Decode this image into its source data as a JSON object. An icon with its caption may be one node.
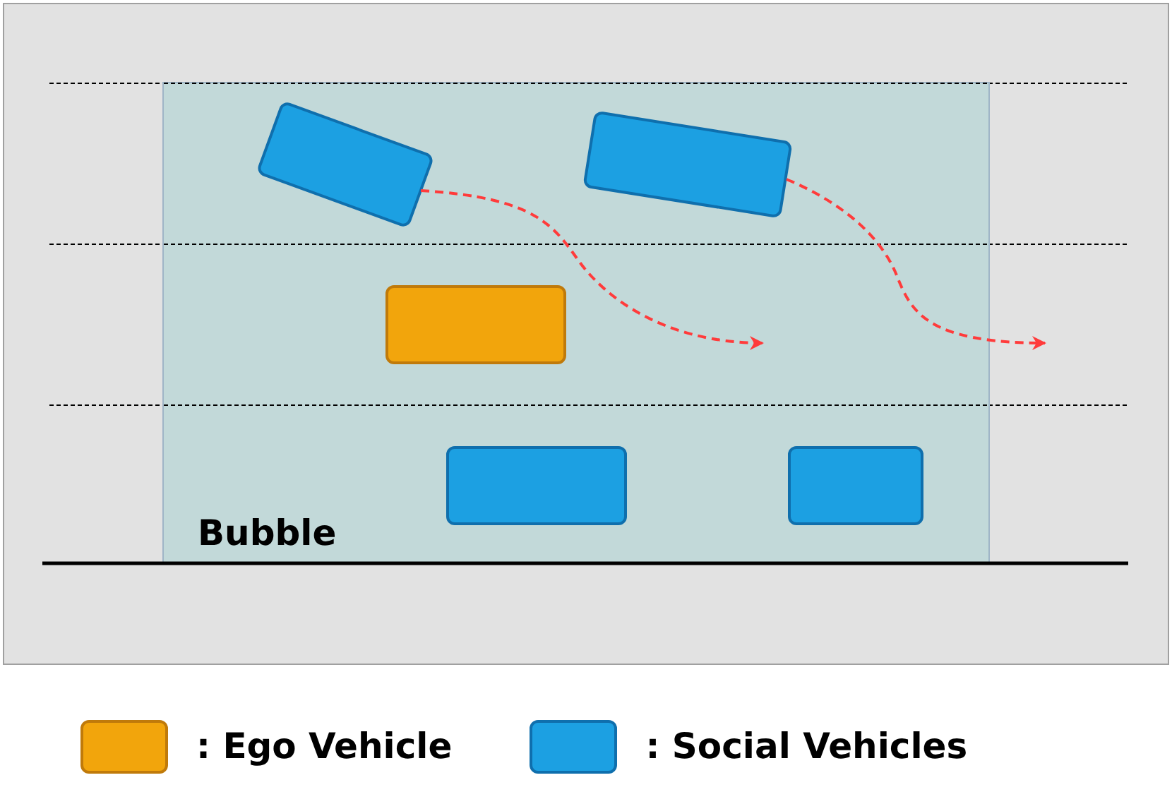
{
  "diagram": {
    "nodes": [
      {
        "text": [
          "Bubble"
        ]
      },
      {
        "text": [],
        "shape": "box",
        "in": 0
      },
      {
        "text": [],
        "shape": "box",
        "in": 0
      },
      {
        "text": [],
        "shape": "box",
        "in": 0
      },
      {
        "text": [],
        "shape": "box",
        "in": 0
      },
      {
        "text": [],
        "shape": "box",
        "in": 0
      }
    ],
    "edges": [
      {
        "from": 1,
        "to": null,
        "arrow": "to",
        "style": "dashed",
        "color": "#ff3b3b"
      },
      {
        "from": 2,
        "to": null,
        "arrow": "to",
        "style": "dashed",
        "color": "#ff3b3b"
      }
    ],
    "legend": [
      {
        "text": ": Ego Vehicle",
        "color": "#f2a50c"
      },
      {
        "text": ": Social Vehicles",
        "color": "#1ca0e2"
      }
    ]
  }
}
